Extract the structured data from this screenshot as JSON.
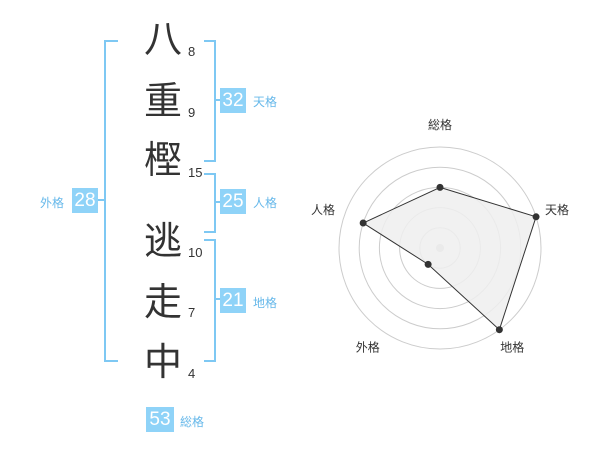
{
  "name": {
    "characters": [
      {
        "char": "八",
        "strokes": "8"
      },
      {
        "char": "重",
        "strokes": "9"
      },
      {
        "char": "樫",
        "strokes": "15"
      },
      {
        "char": "逃",
        "strokes": "10"
      },
      {
        "char": "走",
        "strokes": "7"
      },
      {
        "char": "中",
        "strokes": "4"
      }
    ]
  },
  "kaku": {
    "tenkaku": {
      "label": "天格",
      "value": "32"
    },
    "jinkaku": {
      "label": "人格",
      "value": "25"
    },
    "chikaku": {
      "label": "地格",
      "value": "21"
    },
    "gaikaku": {
      "label": "外格",
      "value": "28"
    },
    "soukaku": {
      "label": "総格",
      "value": "53"
    }
  },
  "colors": {
    "bracket": "#7ec8f3",
    "badge": "#8fd3f8",
    "label": "#66b8ea",
    "radar_fill": "#eeeeee",
    "radar_line": "#333333",
    "ring": "#cccccc"
  },
  "chart_data": {
    "type": "radar",
    "axes": [
      "総格",
      "天格",
      "地格",
      "外格",
      "人格"
    ],
    "values": [
      3,
      5,
      5,
      1,
      4
    ],
    "rmax": 5,
    "rings": 5
  }
}
